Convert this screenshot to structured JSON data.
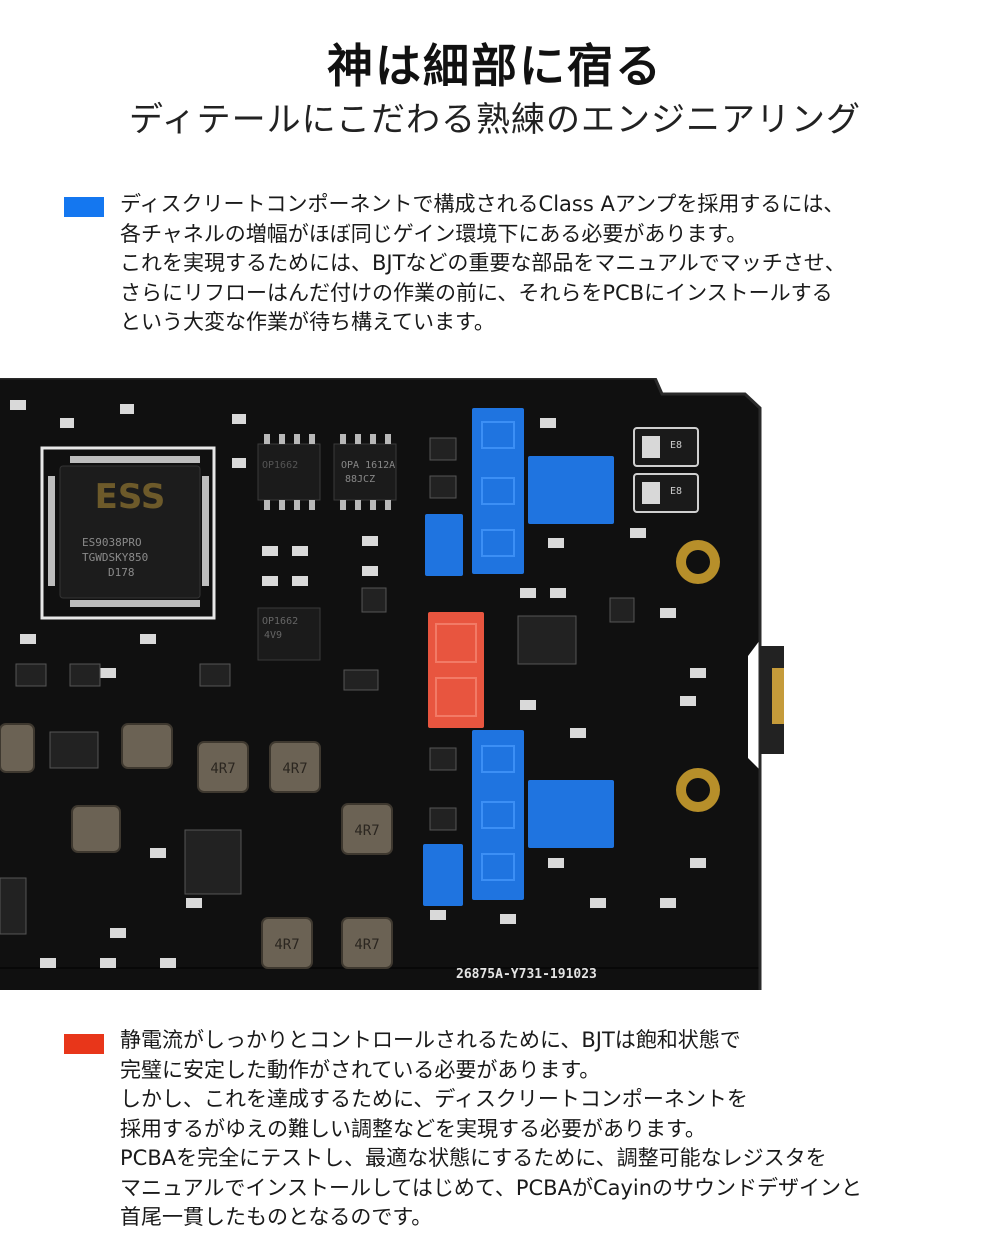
{
  "heading": {
    "title": "神は細部に宿る",
    "subtitle": "ディテールにこだわる熟練のエンジニアリング"
  },
  "colors": {
    "marker_blue": "#1477f0",
    "marker_red": "#e8361a",
    "pcb": "#111111"
  },
  "section1": {
    "lines": [
      "ディスクリートコンポーネントで構成されるClass Aアンプを採用するには、",
      "各チャネルの増幅がほぼ同じゲイン環境下にある必要があります。",
      "これを実現するためには、BJTなどの重要な部品をマニュアルでマッチさせ、",
      "さらにリフローはんだ付けの作業の前に、それらをPCBにインストールする",
      "という大変な作業が待ち構えています。"
    ]
  },
  "board": {
    "chip_main": "ES9038PRO",
    "chip_code": "TGWDSKY850",
    "chip_code2": "D178",
    "chip_logo": "ESS",
    "opamp1": "OPA 1612A",
    "opamp1_code": "88JCZ",
    "opamp_left": "OP1662",
    "opamp_left_code": "4V9",
    "inductor_label": "4R7",
    "cap_label": "E8",
    "board_code": "26875A-Y731-191023"
  },
  "section2": {
    "lines": [
      "静電流がしっかりとコントロールされるために、BJTは飽和状態で",
      "完璧に安定した動作がされている必要があります。",
      "しかし、これを達成するために、ディスクリートコンポーネントを",
      "採用するがゆえの難しい調整などを実現する必要があります。",
      "PCBAを完全にテストし、最適な状態にするために、調整可能なレジスタを",
      "マニュアルでインストールしてはじめて、PCBAがCayinのサウンドデザインと",
      "首尾一貫したものとなるのです。"
    ]
  }
}
